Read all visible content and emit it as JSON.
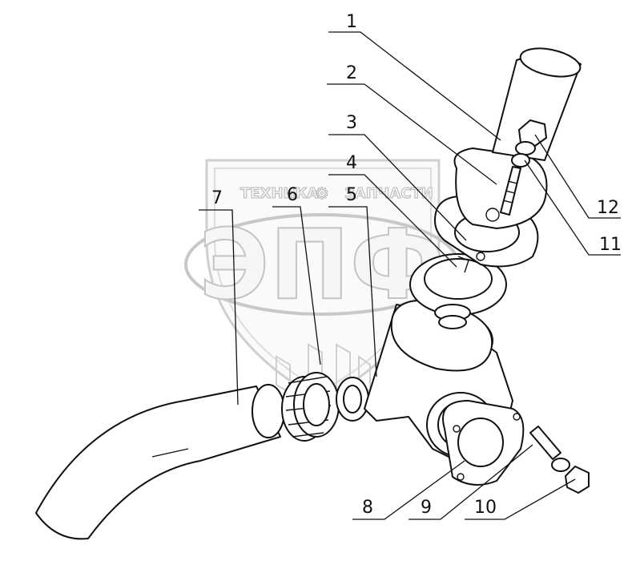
{
  "watermark": {
    "brand_left": "ТЕХНИКА",
    "brand_right": "ЗАПЧАСТИ",
    "logo": "ЭПФ"
  },
  "callouts": [
    {
      "id": "1",
      "text": "1"
    },
    {
      "id": "2",
      "text": "2"
    },
    {
      "id": "3",
      "text": "3"
    },
    {
      "id": "4",
      "text": "4"
    },
    {
      "id": "5",
      "text": "5"
    },
    {
      "id": "6",
      "text": "6"
    },
    {
      "id": "7",
      "text": "7"
    },
    {
      "id": "8",
      "text": "8"
    },
    {
      "id": "9",
      "text": "9"
    },
    {
      "id": "10",
      "text": "10"
    },
    {
      "id": "11",
      "text": "11"
    },
    {
      "id": "12",
      "text": "12"
    }
  ],
  "colors": {
    "line": "#111111",
    "watermark": "#c4c4c4"
  }
}
